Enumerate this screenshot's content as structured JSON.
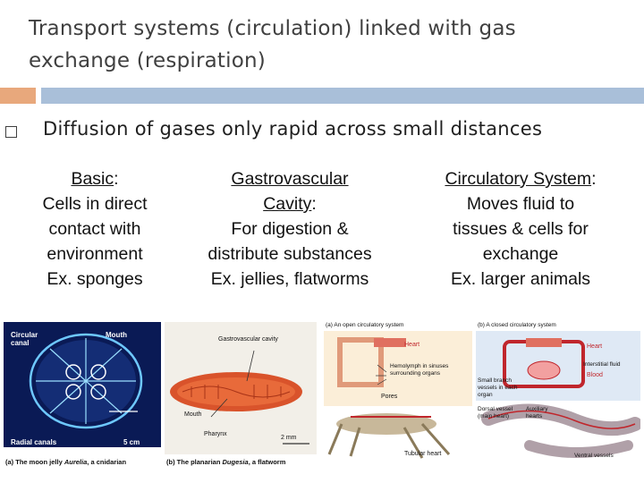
{
  "title": "Transport systems (circulation) linked with gas exchange (respiration)",
  "bullet": "Diffusion of gases only rapid across small distances",
  "columns": [
    {
      "heading": "Basic",
      "lines": [
        "Cells in direct",
        "contact with",
        "environment",
        "Ex. sponges"
      ]
    },
    {
      "heading": "Gastrovascular",
      "heading2": "Cavity",
      "lines": [
        "For digestion &",
        "distribute substances",
        "Ex. jellies, flatworms"
      ]
    },
    {
      "heading": "Circulatory System",
      "lines": [
        "Moves fluid to",
        "tissues & cells for",
        "exchange",
        "Ex. larger animals"
      ]
    }
  ],
  "colon": ":",
  "figures": {
    "jelly": {
      "label_circular": "Circular canal",
      "label_mouth": "Mouth",
      "label_radial": "Radial canals",
      "scale": "5 cm",
      "caption_prefix": "(a) The moon jelly ",
      "caption_italic": "Aurelia",
      "caption_suffix": ", a cnidarian"
    },
    "planarian": {
      "label_cavity": "Gastrovascular cavity",
      "label_mouth": "Mouth",
      "label_pharynx": "Pharynx",
      "scale": "2 mm",
      "caption_prefix": "(b) The planarian ",
      "caption_italic": "Dugesia",
      "caption_suffix": ", a flatworm"
    },
    "open": {
      "header": "(a) An open circulatory system",
      "label_heart": "Heart",
      "label_hemolymph": "Hemolymph in sinuses surrounding organs",
      "label_pores": "Pores",
      "label_tubular": "Tubular heart"
    },
    "closed": {
      "header": "(b) A closed circulatory system",
      "label_heart": "Heart",
      "label_interstitial": "Interstitial fluid",
      "label_blood": "Blood",
      "label_small": "Small branch vessels in each organ",
      "label_dorsal": "Dorsal vessel (main heart)",
      "label_auxiliary": "Auxiliary hearts",
      "label_ventral": "Ventral vessels"
    }
  },
  "colors": {
    "title": "#404040",
    "accent_orange": "#e8a87c",
    "accent_blue": "#a9bfd9",
    "jelly_bg": "#0a1a55",
    "worm": "#d9532b"
  }
}
